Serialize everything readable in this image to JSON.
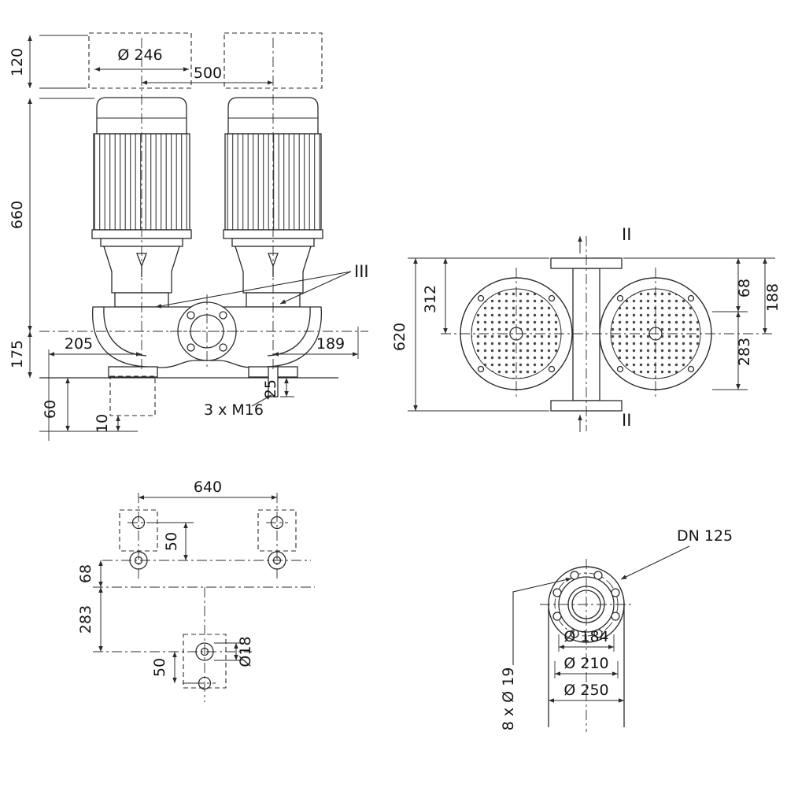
{
  "page": {
    "background": "#ffffff",
    "ink": "#2b2b2b"
  },
  "drawing": {
    "title": "Twin in-line pump dimensional drawing",
    "front_view": {
      "clearance_height": "120",
      "motor_diameter": "Ø 246",
      "motor_spacing": "500",
      "total_height": "660",
      "axis_to_base": "175",
      "base_left": "205",
      "base_right": "189",
      "section_label": "III",
      "drain_plugs": "3 x M16",
      "plug_protrusion": "25",
      "foundation_depth": "60",
      "grout_thickness": "10"
    },
    "top_view": {
      "overall_depth": "620",
      "flange_to_axis": "312",
      "axis_offset": "68",
      "depth_right": "188",
      "axis_to_rear": "283",
      "section_top": "II",
      "section_bottom": "II"
    },
    "foundation_view": {
      "bolt_spacing": "640",
      "front_hole_offset": "50",
      "axis_offset": "68",
      "rear_offset": "283",
      "rear_hole_offset": "50",
      "hole_diameter": "Ø18"
    },
    "flange_view": {
      "nominal_diameter": "DN 125",
      "raised_face": "Ø 184",
      "bolt_circle": "Ø 210",
      "outer_diameter": "Ø 250",
      "bolt_holes": "8 x Ø 19"
    }
  }
}
